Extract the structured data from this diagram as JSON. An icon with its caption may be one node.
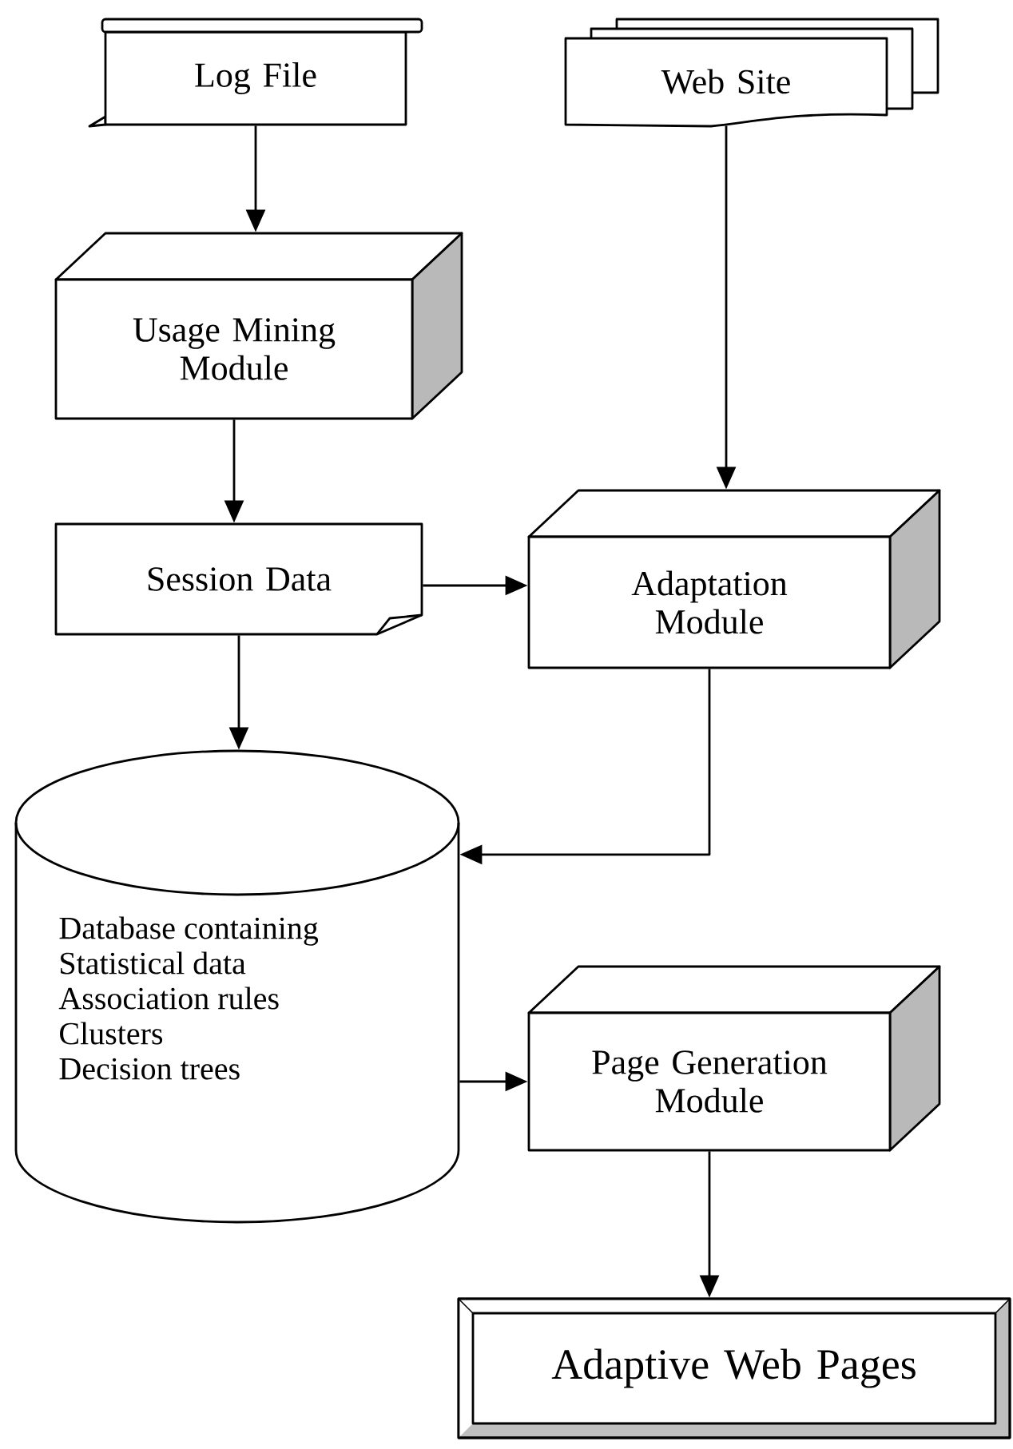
{
  "diagram": {
    "nodes": [
      {
        "text": [
          "Log File"
        ]
      },
      {
        "text": [
          "Web Site"
        ]
      },
      {
        "text": [
          "Usage Mining Module"
        ]
      },
      {
        "text": [
          "Session Data"
        ]
      },
      {
        "text": [
          "Adaptation Module"
        ]
      },
      {
        "text": [
          "Database containing",
          "Statistical data",
          "Association rules",
          "Clusters",
          "Decision trees"
        ]
      },
      {
        "text": [
          "Page Generation Module"
        ]
      },
      {
        "text": [
          "Adaptive Web Pages"
        ]
      }
    ],
    "edges": [
      {
        "from": 0,
        "to": 2,
        "arrow": "to"
      },
      {
        "from": 2,
        "to": 3,
        "arrow": "to"
      },
      {
        "from": 3,
        "to": 5,
        "arrow": "to"
      },
      {
        "from": 3,
        "to": 4,
        "arrow": "to"
      },
      {
        "from": 1,
        "to": 4,
        "arrow": "to"
      },
      {
        "from": 4,
        "to": 5,
        "arrow": "to"
      },
      {
        "from": 5,
        "to": 6,
        "arrow": "to"
      },
      {
        "from": 6,
        "to": 7,
        "arrow": "to"
      }
    ]
  }
}
